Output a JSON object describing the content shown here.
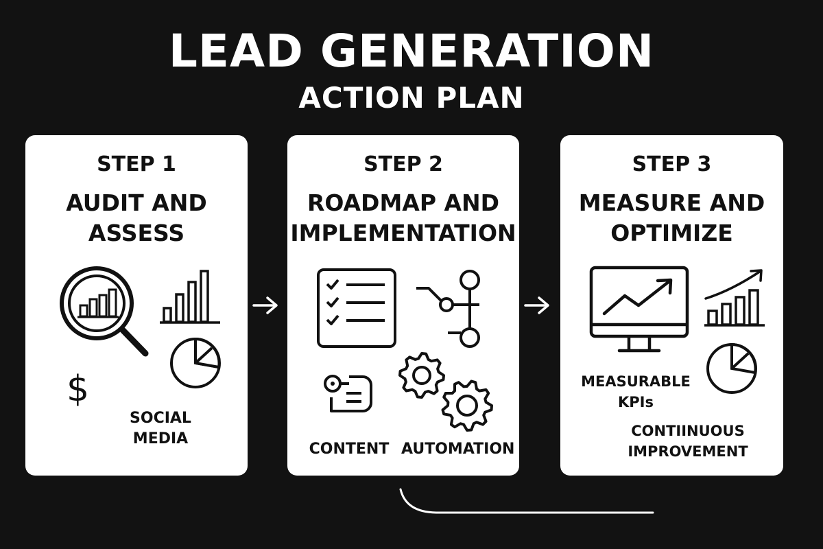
{
  "title": "LEAD GENERATION",
  "subtitle": "ACTION PLAN",
  "steps": [
    {
      "step": "STEP 1",
      "heading": [
        "AUDIT AND",
        "ASSESS"
      ],
      "labels": [
        "SOCIAL",
        "MEDIA"
      ],
      "icons": [
        "magnifier-bar-chart-icon",
        "bar-chart-icon",
        "pie-chart-icon",
        "dollar-icon"
      ]
    },
    {
      "step": "STEP 2",
      "heading": [
        "ROADMAP AND",
        "IMPLEMENTATION"
      ],
      "labels": [
        "CONTENT",
        "AUTOMATION"
      ],
      "icons": [
        "checklist-icon",
        "workflow-icon",
        "content-icon",
        "gears-icon"
      ]
    },
    {
      "step": "STEP 3",
      "heading": [
        "MEASURE AND",
        "OPTIMIZE"
      ],
      "labels": [
        "MEASURABLE",
        "KPIs",
        "CONTIINUOUS",
        "IMPROVEMENT"
      ],
      "icons": [
        "monitor-trend-icon",
        "growth-chart-icon",
        "pie-chart-icon"
      ]
    }
  ],
  "dollar_glyph": "$",
  "colors": {
    "background": "#121212",
    "card": "#ffffff",
    "ink": "#111111",
    "accent": "#ffffff"
  }
}
